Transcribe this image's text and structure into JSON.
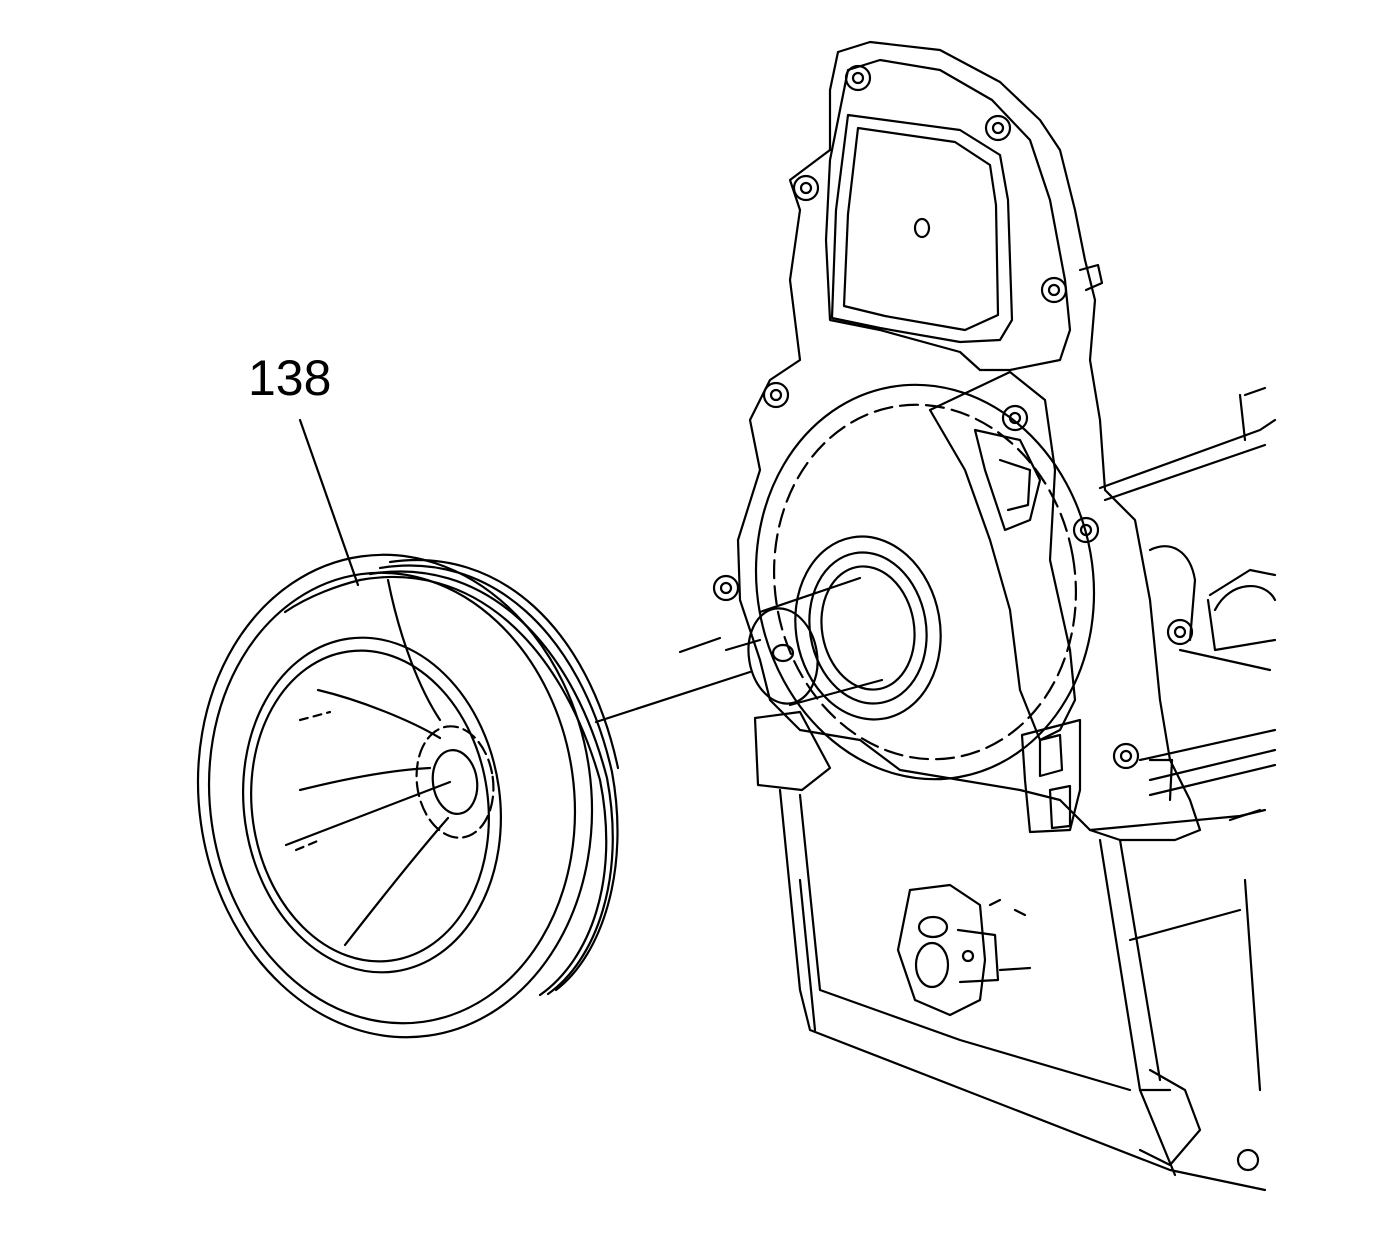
{
  "diagram": {
    "callouts": [
      {
        "id": "138",
        "label": "138",
        "part_icon": "crankshaft-balancer-pulley-icon"
      }
    ],
    "components": [
      {
        "name": "crankshaft-balancer-pulley",
        "icon": "pulley-icon"
      },
      {
        "name": "front-cover",
        "icon": "engine-front-cover-icon"
      },
      {
        "name": "crankshaft-nose",
        "icon": "crankshaft-snout-icon"
      },
      {
        "name": "crank-position-sensor",
        "icon": "sensor-icon"
      },
      {
        "name": "oil-pan",
        "icon": "oil-pan-icon"
      }
    ],
    "colors": {
      "line": "#000000",
      "background": "#ffffff"
    }
  }
}
